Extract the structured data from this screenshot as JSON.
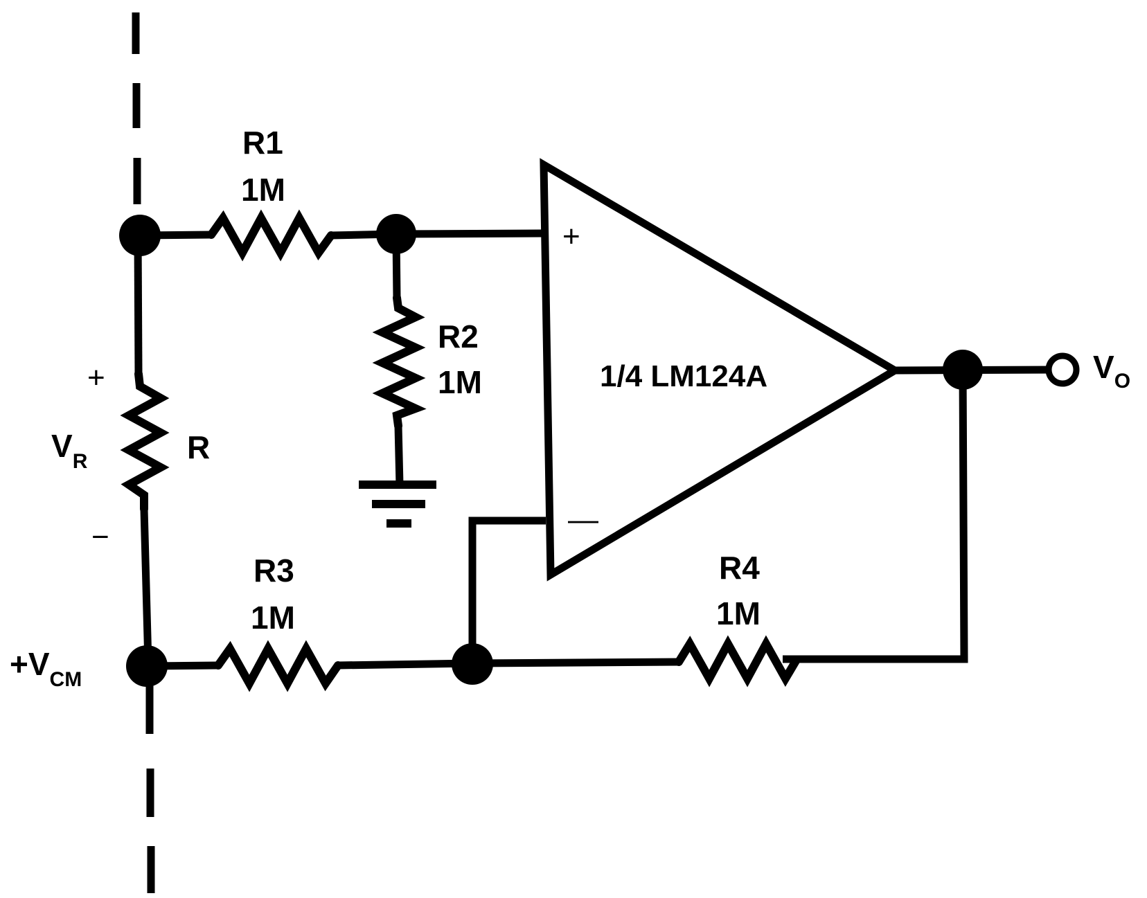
{
  "labels": {
    "r1_name": "R1",
    "r1_value": "1M",
    "r2_name": "R2",
    "r2_value": "1M",
    "r3_name": "R3",
    "r3_value": "1M",
    "r4_name": "R4",
    "r4_value": "1M",
    "r_name": "R",
    "vr_main": "V",
    "vr_sub": "R",
    "vr_plus": "+",
    "vr_minus": "−",
    "vcm_main": "+V",
    "vcm_sub": "CM",
    "vo_main": "V",
    "vo_sub": "O",
    "opamp_name": "1/4 LM124A",
    "opamp_plus": "+",
    "opamp_minus": "—"
  }
}
